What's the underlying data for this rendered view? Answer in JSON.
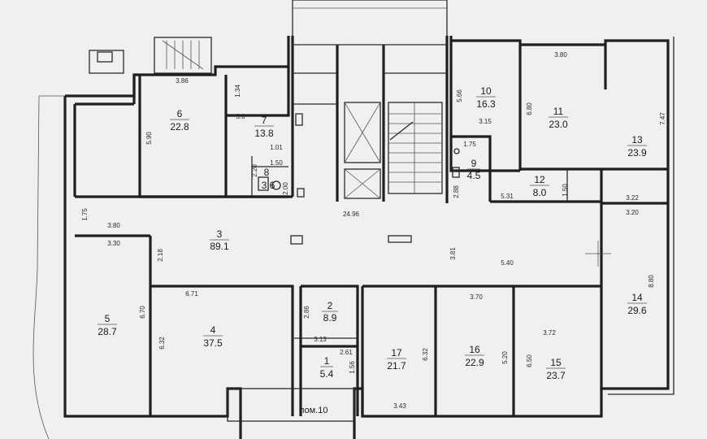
{
  "rooms": [
    {
      "num": "1",
      "area": "5.4"
    },
    {
      "num": "2",
      "area": "8.9"
    },
    {
      "num": "3",
      "area": "89.1"
    },
    {
      "num": "4",
      "area": "37.5"
    },
    {
      "num": "5",
      "area": "28.7"
    },
    {
      "num": "6",
      "area": "22.8"
    },
    {
      "num": "7",
      "area": "13.8"
    },
    {
      "num": "8",
      "area": "3.6"
    },
    {
      "num": "9",
      "area": "4.5"
    },
    {
      "num": "10",
      "area": "16.3"
    },
    {
      "num": "11",
      "area": "23.0"
    },
    {
      "num": "12",
      "area": "8.0"
    },
    {
      "num": "13",
      "area": "23.9"
    },
    {
      "num": "14",
      "area": "29.6"
    },
    {
      "num": "15",
      "area": "23.7"
    },
    {
      "num": "16",
      "area": "22.9"
    },
    {
      "num": "17",
      "area": "21.7"
    }
  ],
  "dimensions": [
    "3.86",
    "1.34",
    "5.90",
    "3.0",
    "1.01",
    "1.50",
    "2.20",
    "2.00",
    "5.66",
    "3.15",
    "3.80",
    "6.80",
    "7.47",
    "1.75",
    "2.88",
    "5.31",
    "1.50",
    "3.22",
    "3.20",
    "24.96",
    "3.80",
    "3.30",
    "1.75",
    "2.18",
    "3.81",
    "5.40",
    "6.71",
    "6.70",
    "6.32",
    "2.86",
    "3.13",
    "2.61",
    "1.56",
    "3.70",
    "3.72",
    "6.32",
    "5.20",
    "6.50",
    "8.80",
    "3.43"
  ],
  "caption": "пом.10"
}
